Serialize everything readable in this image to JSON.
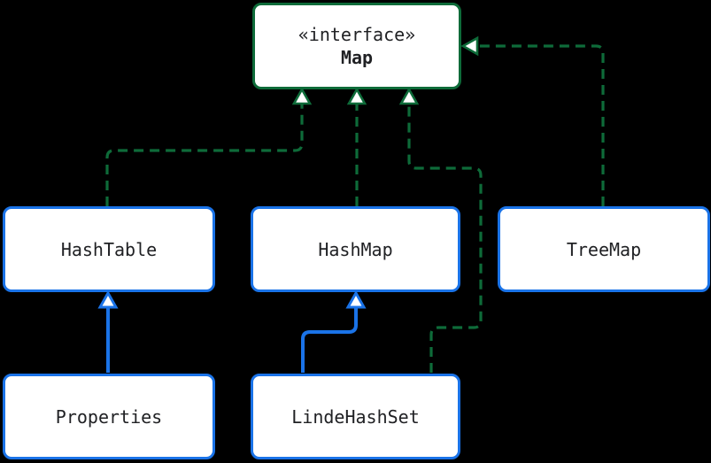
{
  "diagram": {
    "kind": "uml-class-diagram",
    "interface_node": {
      "stereotype": "«interface»",
      "name": "Map"
    },
    "class_nodes": [
      {
        "name": "HashTable"
      },
      {
        "name": "HashMap"
      },
      {
        "name": "TreeMap"
      },
      {
        "name": "Properties"
      },
      {
        "name": "LindeHashSet"
      }
    ],
    "edges": [
      {
        "from": "HashTable",
        "to": "Map",
        "type": "realization",
        "style": "dashed-green-hollow-arrow"
      },
      {
        "from": "HashMap",
        "to": "Map",
        "type": "realization",
        "style": "dashed-green-hollow-arrow"
      },
      {
        "from": "LindeHashSet",
        "to": "Map",
        "type": "realization",
        "style": "dashed-green-hollow-arrow"
      },
      {
        "from": "TreeMap",
        "to": "Map",
        "type": "realization",
        "style": "dashed-green-hollow-arrow"
      },
      {
        "from": "Properties",
        "to": "HashTable",
        "type": "inheritance",
        "style": "solid-blue-hollow-arrow"
      },
      {
        "from": "LindeHashSet",
        "to": "HashMap",
        "type": "inheritance",
        "style": "solid-blue-hollow-arrow"
      }
    ],
    "colors": {
      "interface_accent": "#0e6b39",
      "class_accent": "#1a73e8",
      "node_fill": "#ffffff",
      "background": "#000000",
      "text": "#202124"
    }
  }
}
